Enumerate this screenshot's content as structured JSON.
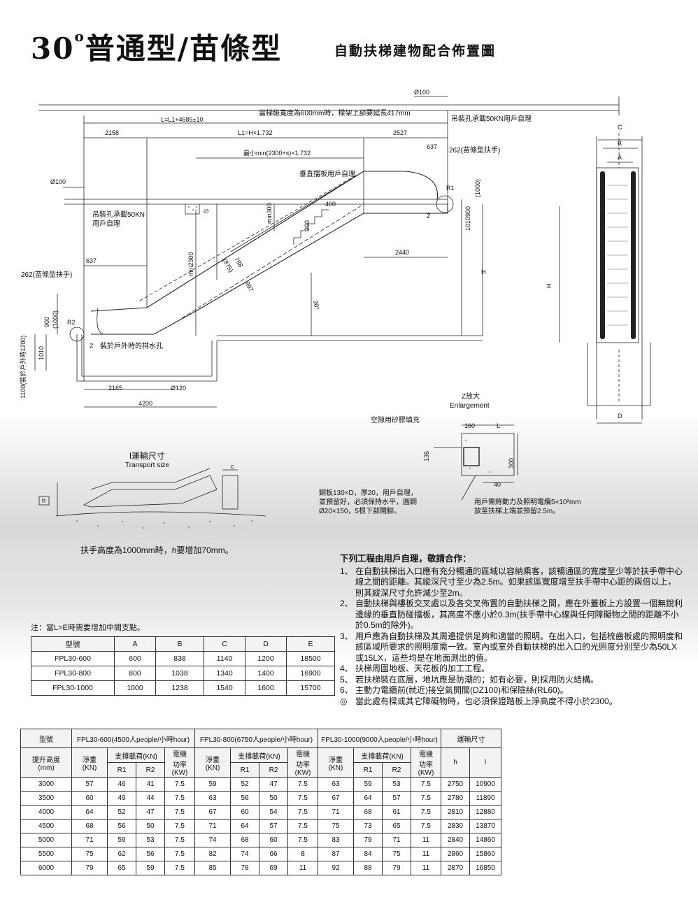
{
  "header": {
    "title_deg": "30",
    "title_deg_mark": "o",
    "title_main": "普通型/苗條型",
    "subtitle": "自動扶梯建物配合佈置圖"
  },
  "drawing": {
    "dims": {
      "d100_top": "Ø100",
      "beam_note": "當梯級寬度為600mm時，樑架上部要延長417mm",
      "total_len": "L=L1+4685±10",
      "hook_top": "吊裝孔承載50KN用戶自理",
      "d2158": "2158",
      "l1": "L1=H×1.732",
      "d2527": "2527",
      "d637_top": "637",
      "handrail_top": "262(苗條型扶手)",
      "min_len": "最小min(2300+s)×1.732",
      "d100_left": "Ø100",
      "baffle": "垂直擋板用戶自理",
      "d400": "400",
      "r1": "R1",
      "d900_right": "900",
      "d1000_right": "(1000)",
      "hook_left": "吊裝孔承載50KN",
      "hook_left2": "用戶自理",
      "s": "S",
      "min300": "min300",
      "d200": "200",
      "z_top": "Z",
      "d1010_right": "1010",
      "d2440": "2440",
      "h_right": "H",
      "d637_left": "637",
      "min2300": "min2300",
      "d875": "(875)",
      "d788": "788",
      "d897": "897",
      "handrail_left": "262(苗條型扶手)",
      "angle": "30°",
      "d900_left": "900",
      "d1000_left": "(1000)",
      "r2": "R2",
      "outdoor_1100": "1100(裝於戶外時1200)",
      "d1010_left": "1010",
      "z_drain": "Z",
      "drain": "裝於戶外時的排水孔",
      "d2165": "2165",
      "d120": "Ø120",
      "d4200": "4200",
      "c": "C",
      "b": "B",
      "a": "A",
      "h_side": "H",
      "d": "D"
    },
    "enlargement": {
      "title": "Z放大",
      "title_en": "Enlargement",
      "sealant": "空隙用矽膠填充",
      "d160": "160",
      "l": "L",
      "d135": "135",
      "d300": "300",
      "d40": "40",
      "plate1": "鋼板130×D，厚20，用戶自理，",
      "plate2": "並預留好，必須保持水平，圓鋼",
      "plate3": "Ø20×150，5根下部開腳。",
      "cable1": "用戶需將動力及照明電纜5×10²mm",
      "cable2": "放至扶梯上端並預留2.5m。"
    },
    "transport": {
      "title": "l運輸尺寸",
      "title_en": "Transport size",
      "c": "c",
      "h": "h",
      "note": "扶手高度為1000mm時，h要增加70mm。"
    }
  },
  "notes": {
    "heading": "下列工程由用戶自理，敬請合作：",
    "items": [
      {
        "n": "1、",
        "text": "在自動扶梯出入口應有充分暢通的區域以容納乘客，該暢通區的寬度至少等於扶手帶中心線之間的距離。其縱深尺寸至少為2.5m。如果該區寬度增至扶手帶中心距的兩倍以上，則其縱深尺寸允許減少至2m。"
      },
      {
        "n": "2、",
        "text": "自動扶梯與樓板交叉處以及各交叉佈置的自動扶梯之間，應在外蓋板上方設置一個無銳利邊緣的垂直防碰擋板，其高度不應小於0.3m(扶手帶中心線與任何障礙物之間的距離不小於0.5m的除外)。"
      },
      {
        "n": "3、",
        "text": "用戶應為自動扶梯及其周邊提供足夠和適當的照明。在出入口，包括梳齒板處的照明度和該區域所要求的照明度需一致。室內或室外自動扶梯的出入口的光照度分別至少為50LX或15LX，這些均是在地面測出的值。"
      },
      {
        "n": "4、",
        "text": "扶梯周圍地板、天花板的加工工程。"
      },
      {
        "n": "5、",
        "text": "若扶梯裝在底層，地坑應是防潮的；如有必要，則採用防火結構。"
      },
      {
        "n": "6、",
        "text": "主動力電纜前(就近)接空氣開關(DZ100)和保險絲(RL60)。"
      },
      {
        "n": "◎",
        "text": "當此處有樑或其它障礙物時，也必須保證踏板上淨高度不得小於2300。"
      }
    ]
  },
  "table1": {
    "note": "注：當L>E時需要增加中間支點。",
    "headers": [
      "型號",
      "A",
      "B",
      "C",
      "D",
      "E"
    ],
    "rows": [
      [
        "FPL30-600",
        "600",
        "838",
        "1140",
        "1200",
        "18500"
      ],
      [
        "FPL30-800",
        "800",
        "1038",
        "1340",
        "1400",
        "16900"
      ],
      [
        "FPL30-1000",
        "1000",
        "1238",
        "1540",
        "1600",
        "15700"
      ]
    ]
  },
  "table2": {
    "model_label": "型號",
    "groups": [
      "FPL30-600(4500人people/小時hour)",
      "FPL30-800(6750人people/小時hour)",
      "FPL30-1000(9000人people/小時hour)"
    ],
    "transport_label": "運輸尺寸",
    "rise_label": "提升高度",
    "rise_unit": "(mm)",
    "weight_label": "淨重",
    "weight_unit": "(KN)",
    "support_label": "支撐載荷(KN)",
    "power_label1": "電機",
    "power_label2": "功率",
    "power_unit": "(KW)",
    "r1": "R1",
    "r2": "R2",
    "h": "h",
    "l": "l",
    "rows": [
      [
        "3000",
        "57",
        "46",
        "41",
        "7.5",
        "59",
        "52",
        "47",
        "7.5",
        "63",
        "59",
        "53",
        "7.5",
        "2750",
        "10900"
      ],
      [
        "3500",
        "60",
        "49",
        "44",
        "7.5",
        "63",
        "56",
        "50",
        "7.5",
        "67",
        "64",
        "57",
        "7.5",
        "2780",
        "11890"
      ],
      [
        "4000",
        "64",
        "52",
        "47",
        "7.5",
        "67",
        "60",
        "54",
        "7.5",
        "71",
        "68",
        "61",
        "7.5",
        "2810",
        "12880"
      ],
      [
        "4500",
        "68",
        "56",
        "50",
        "7.5",
        "71",
        "64",
        "57",
        "7.5",
        "75",
        "73",
        "65",
        "7.5",
        "2830",
        "13870"
      ],
      [
        "5000",
        "71",
        "59",
        "53",
        "7.5",
        "74",
        "68",
        "60",
        "7.5",
        "83",
        "79",
        "71",
        "11",
        "2840",
        "14860"
      ],
      [
        "5500",
        "75",
        "62",
        "56",
        "7.5",
        "82",
        "74",
        "66",
        "8",
        "87",
        "84",
        "75",
        "11",
        "2860",
        "15860"
      ],
      [
        "6000",
        "79",
        "65",
        "59",
        "7.5",
        "85",
        "78",
        "69",
        "11",
        "92",
        "88",
        "79",
        "11",
        "2870",
        "16850"
      ]
    ]
  }
}
